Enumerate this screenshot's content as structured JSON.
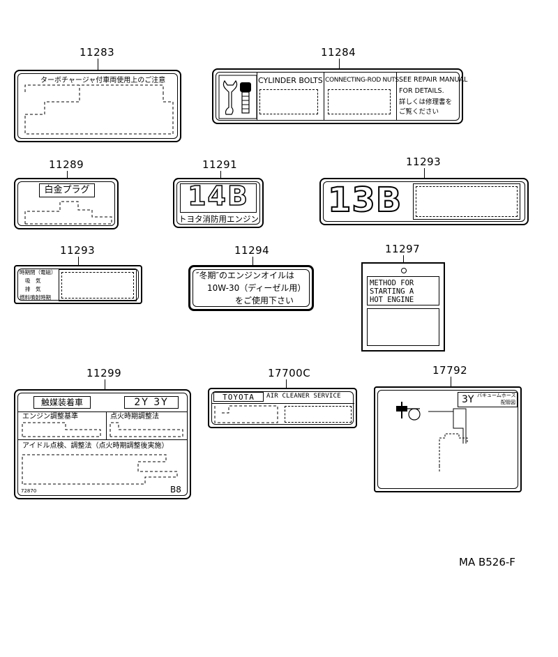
{
  "labels": {
    "l11283": {
      "part_no": "11283",
      "text": "ターボチャージャ付車両使用上のご注意"
    },
    "l11284": {
      "part_no": "11284",
      "col1": "CYLINDER BOLTS",
      "col2": "CONNECTING-ROD NUTS",
      "note1": "SEE REPAIR MANUAL",
      "note2": "FOR DETAILS.",
      "note3": "詳しくは修理書を",
      "note4": "ご覧ください"
    },
    "l11289": {
      "part_no": "11289",
      "text": "白金プラグ"
    },
    "l11291": {
      "part_no": "11291",
      "code": "14B",
      "sub": "トヨタ消防用エンジン"
    },
    "l11293a": {
      "part_no": "11293",
      "code": "13B"
    },
    "l11293b": {
      "part_no": "11293",
      "r1": "時期閉（電磁）",
      "r2": "吸　気",
      "r3": "排　気",
      "r4": "燃料噴射時期"
    },
    "l11294": {
      "part_no": "11294",
      "line1": "″冬期″のエンジンオイルは",
      "line2": "10W-30（ディーゼル用）",
      "line3": "をご使用下さい"
    },
    "l11297": {
      "part_no": "11297",
      "l1": "METHOD  FOR",
      "l2": "STARTING  A",
      "l3": "HOT  ENGINE"
    },
    "l11299": {
      "part_no": "11299",
      "title": "触媒装着車",
      "model": "2Y 3Y",
      "s1": "エンジン調整基準",
      "s2": "点火時期調整法",
      "s3": "アイドル点検、調整法（点火時期調整後実施）",
      "code": "72870",
      "badge": "B8"
    },
    "l17700c": {
      "part_no": "17700C",
      "brand": "TOYOTA",
      "service": "AIR CLEANER SERVICE"
    },
    "l17792": {
      "part_no": "17792",
      "model": "3Y",
      "t1": "バキュームホース",
      "t2": "配管図"
    }
  },
  "figure_code": "MA B526-F"
}
